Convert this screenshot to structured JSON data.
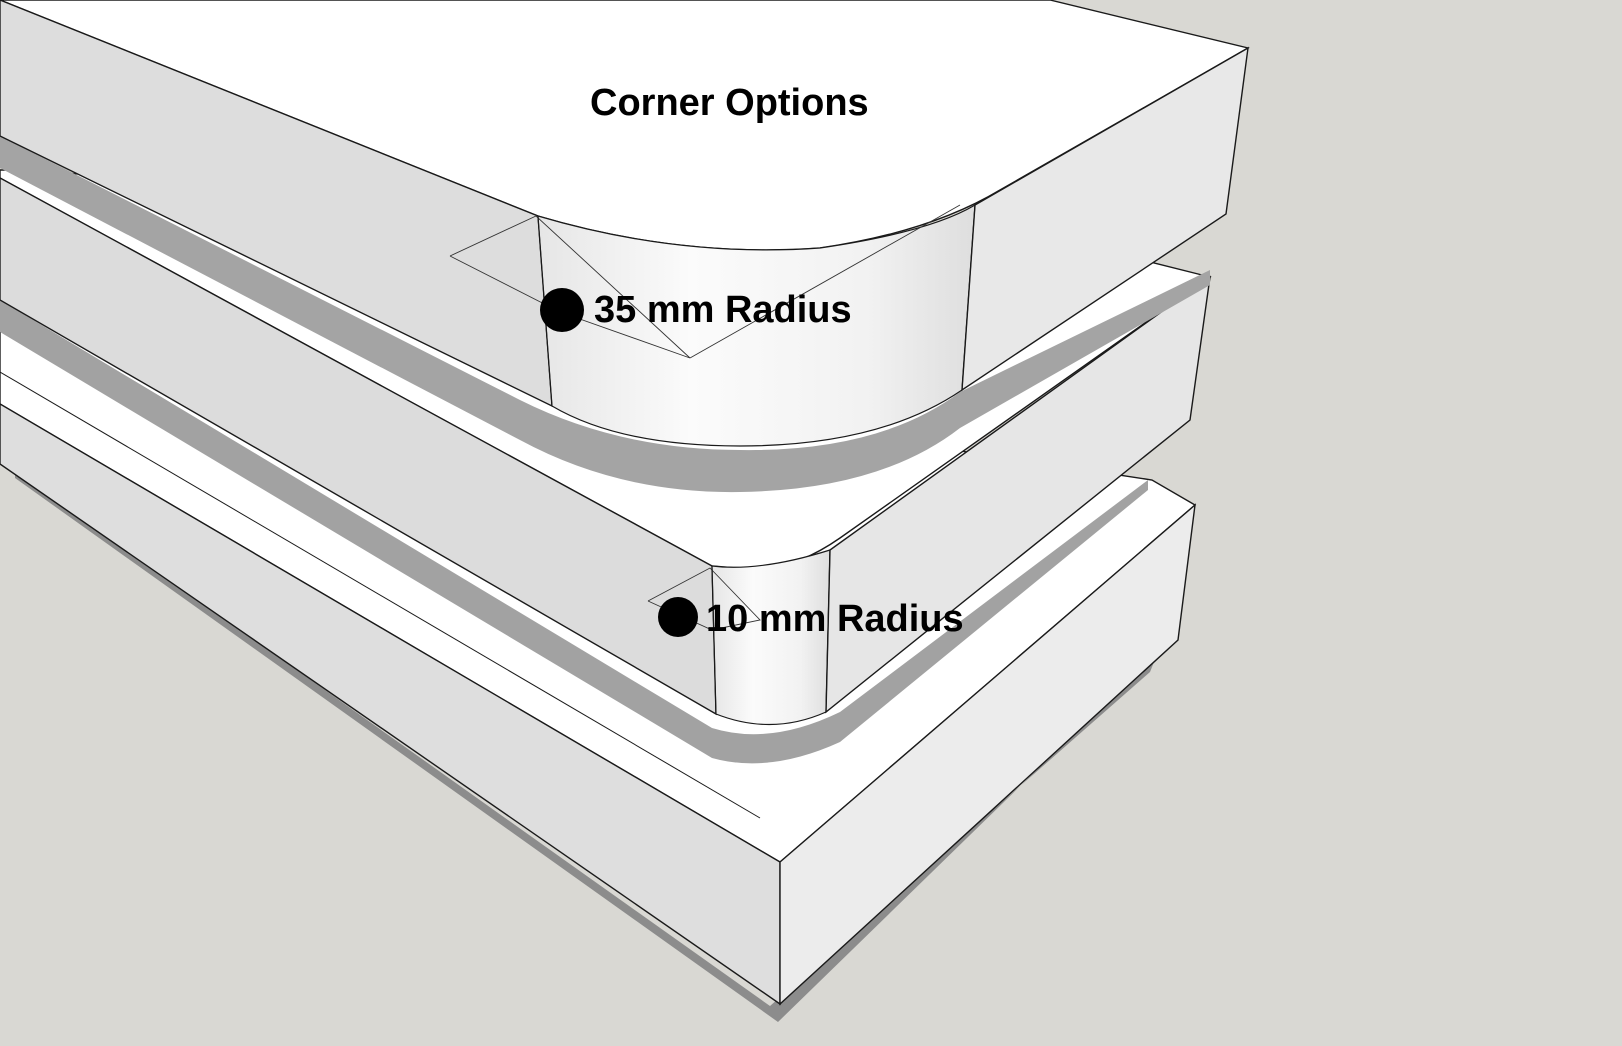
{
  "title": "Corner Options",
  "callouts": [
    {
      "text": "35 mm Radius"
    },
    {
      "text": "10 mm Radius"
    }
  ],
  "colors": {
    "background": "#d9d8d3",
    "top_face": "#ffffff",
    "side_face": "#e3e3e3",
    "front_face": "#dcdcdc",
    "shadow": "#9e9e9e",
    "edge": "#1a1a1a",
    "marker": "#000000"
  }
}
